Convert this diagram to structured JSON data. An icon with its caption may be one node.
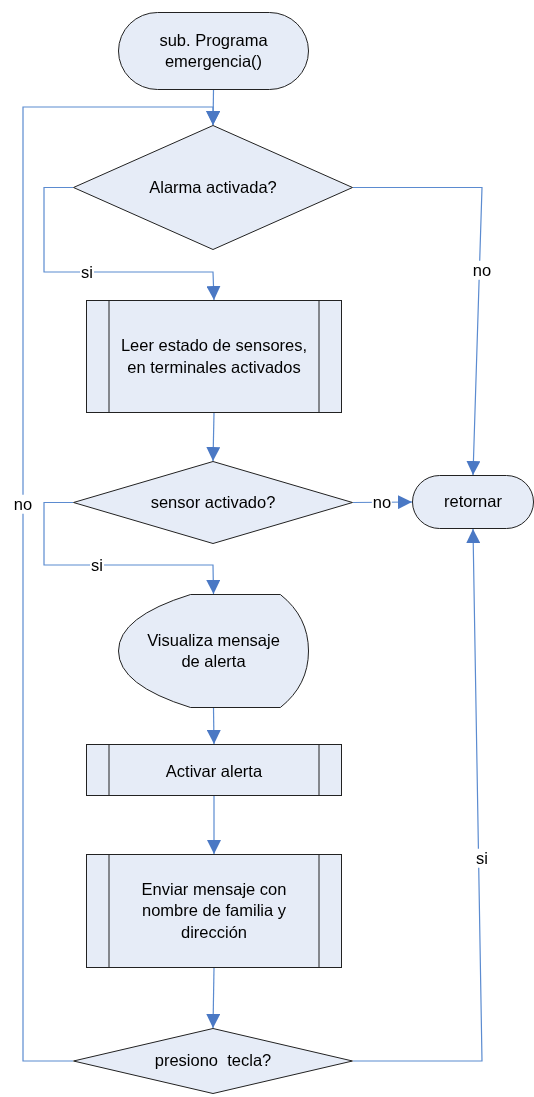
{
  "diagram": {
    "nodes": [
      {
        "text": [
          "sub. Programa emergencia()"
        ]
      },
      {
        "text": [
          "Alarma activada?"
        ]
      },
      {
        "text": [
          "Leer estado de sensores, en terminales activados"
        ]
      },
      {
        "text": [
          "sensor activado?"
        ]
      },
      {
        "text": [
          "retornar"
        ]
      },
      {
        "text": [
          "Visualiza mensaje de alerta"
        ]
      },
      {
        "text": [
          "Activar alerta"
        ]
      },
      {
        "text": [
          "Enviar mensaje con nombre de familia y dirección"
        ]
      },
      {
        "text": [
          "presiono  tecla?"
        ]
      }
    ],
    "edges": [
      {
        "from": 0,
        "to": 1,
        "arrow": "to"
      },
      {
        "from": 1,
        "to": 2,
        "arrow": "to",
        "label": "si"
      },
      {
        "from": 1,
        "to": 4,
        "arrow": "to",
        "label": "no"
      },
      {
        "from": 2,
        "to": 3,
        "arrow": "to"
      },
      {
        "from": 3,
        "to": 4,
        "arrow": "to",
        "label": "no"
      },
      {
        "from": 3,
        "to": 5,
        "arrow": "to",
        "label": "si"
      },
      {
        "from": 5,
        "to": 6,
        "arrow": "to"
      },
      {
        "from": 6,
        "to": 7,
        "arrow": "to"
      },
      {
        "from": 7,
        "to": 8,
        "arrow": "to"
      },
      {
        "from": 8,
        "to": 1,
        "arrow": "to",
        "label": "no"
      },
      {
        "from": 8,
        "to": 4,
        "arrow": "to",
        "label": "si"
      }
    ]
  }
}
